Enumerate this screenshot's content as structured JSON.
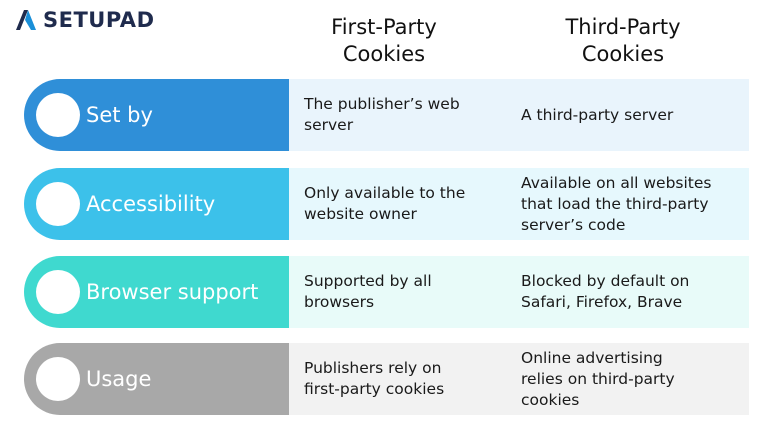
{
  "brand": {
    "name": "SETUPAD",
    "colors": {
      "logo_mark": "#1a8fd8",
      "logo_text": "#1f2b4d"
    }
  },
  "columns": {
    "first_party": "First-Party\nCookies",
    "third_party": "Third-Party\nCookies"
  },
  "rows": [
    {
      "label": "Set by",
      "color": "#2f8fd8",
      "bg": "#e9f4fc",
      "first_party": "The publisher’s web\nserver",
      "third_party": "A third-party server"
    },
    {
      "label": "Accessibility",
      "color": "#3cc1ea",
      "bg": "#e6f8fd",
      "first_party": "Only available to the\nwebsite owner",
      "third_party": "Available on all websites\nthat load the third-party\nserver’s code"
    },
    {
      "label": "Browser support",
      "color": "#3fd9cf",
      "bg": "#e8fbf9",
      "first_party": "Supported by all\nbrowsers",
      "third_party": "Blocked by default on\nSafari, Firefox, Brave"
    },
    {
      "label": "Usage",
      "color": "#a8a8a8",
      "bg": "#f2f2f2",
      "first_party": "Publishers rely on\nfirst-party cookies",
      "third_party": "Online advertising\nrelies on third-party\ncookies"
    }
  ]
}
